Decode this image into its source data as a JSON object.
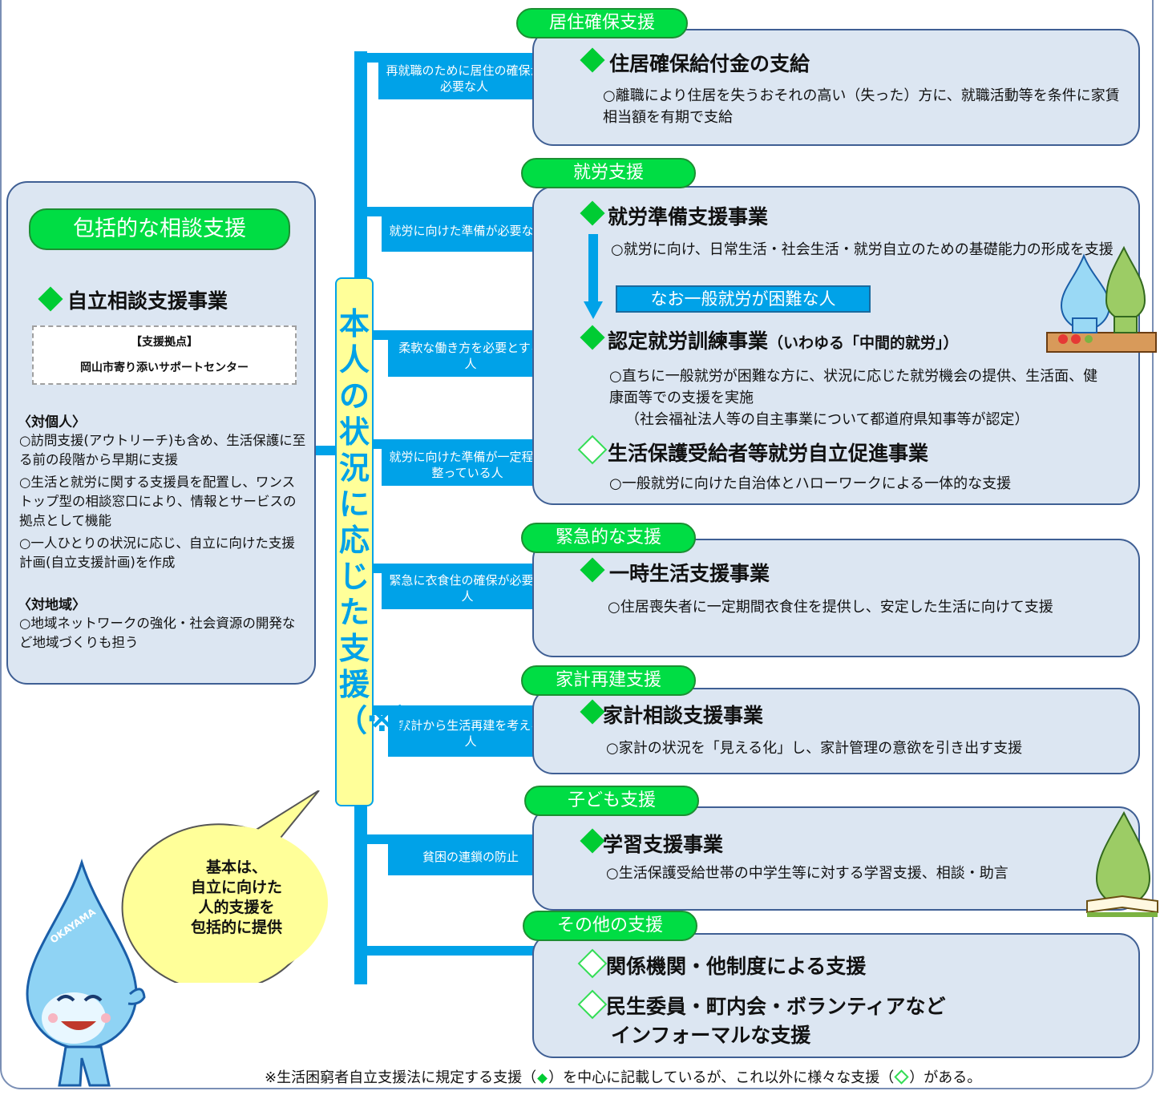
{
  "central": {
    "text": "本人の状況に応じた支援（※）"
  },
  "left": {
    "pill": "包括的な相談支援",
    "title": "自立相談支援事業",
    "hub_label": "【支援拠点】",
    "hub_name": "岡山市寄り添いサポートセンター",
    "individual_heading": "〈対個人〉",
    "individual_items": [
      "○訪問支援(アウトリーチ)も含め、生活保護に至る前の段階から早期に支援",
      "○生活と就労に関する支援員を配置し、ワンストップ型の相談窓口により、情報とサービスの拠点として機能",
      "○一人ひとりの状況に応じ、自立に向けた支援計画(自立支援計画)を作成"
    ],
    "region_heading": "〈対地域〉",
    "region_items": [
      "○地域ネットワークの強化・社会資源の開発など地域づくりも担う"
    ]
  },
  "bubble": {
    "text": "基本は、\n自立に向けた\n人的支援を\n包括的に提供"
  },
  "sections": {
    "housing": {
      "pill": "居住確保支援",
      "arrow_label": "再就職のために居住の確保が必要な人",
      "title": "住居確保給付金の支給",
      "desc": "○離職により住居を失うおそれの高い（失った）方に、就職活動等を条件に家賃相当額を有期で支給"
    },
    "employment": {
      "pill": "就労支援",
      "label_1": "就労に向けた準備が必要な人",
      "title_1": "就労準備支援事業",
      "desc_1": "○就労に向け、日常生活・社会生活・就労自立のための基礎能力の形成を支援",
      "note": "なお一般就労が困難な人",
      "label_2": "柔軟な働き方を必要とする人",
      "title_2": "認定就労訓練事業",
      "title_2_note": "（いわゆる「中間的就労」）",
      "desc_2a": "○直ちに一般就労が困難な方に、状況に応じた就労機会の提供、生活面、健康面等での支援を実施",
      "desc_2b": "（社会福祉法人等の自主事業について都道府県知事等が認定）",
      "label_3": "就労に向けた準備が一定程度整っている人",
      "title_3": "生活保護受給者等就労自立促進事業",
      "desc_3": "○一般就労に向けた自治体とハローワークによる一体的な支援"
    },
    "emergency": {
      "pill": "緊急的な支援",
      "arrow_label": "緊急に衣食住の確保が必要な人",
      "title": "一時生活支援事業",
      "desc": "○住居喪失者に一定期間衣食住を提供し、安定した生活に向けて支援"
    },
    "household": {
      "pill": "家計再建支援",
      "arrow_label": "家計から生活再建を考える人",
      "title": "家計相談支援事業",
      "desc": "○家計の状況を「見える化」し、家計管理の意欲を引き出す支援"
    },
    "children": {
      "pill": "子ども支援",
      "arrow_label": "貧困の連鎖の防止",
      "title": "学習支援事業",
      "desc": "○生活保護受給世帯の中学生等に対する学習支援、相談・助言"
    },
    "other": {
      "pill": "その他の支援",
      "title_1": "関係機関・他制度による支援",
      "title_2a": "民生委員・町内会・ボランティアなど",
      "title_2b": "インフォーマルな支援"
    }
  },
  "footnote": {
    "part1": "※生活困窮者自立支援法に規定する支援（",
    "part2": "）を中心に記載しているが、これ以外に様々な支援（",
    "part3": "）がある。"
  },
  "mascot_text": "OKAYAMA",
  "colors": {
    "box_fill": "#dce6f2",
    "box_border": "#3f5f94",
    "connector": "#00a2e8",
    "pill": "#00dd44",
    "bubble": "#ffff99"
  }
}
